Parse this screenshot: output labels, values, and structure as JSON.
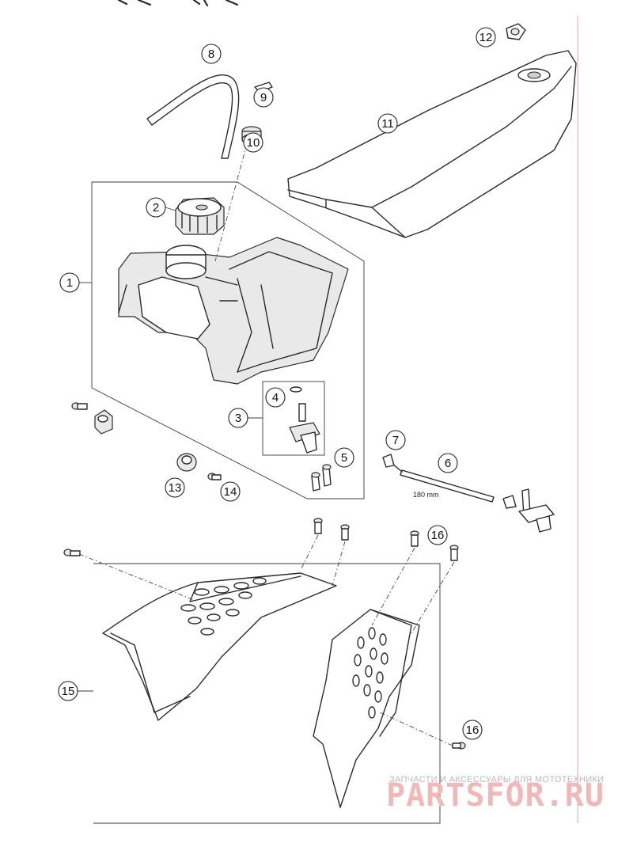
{
  "callouts": [
    {
      "num": "1"
    },
    {
      "num": "2"
    },
    {
      "num": "3"
    },
    {
      "num": "4"
    },
    {
      "num": "5"
    },
    {
      "num": "6"
    },
    {
      "num": "7"
    },
    {
      "num": "8"
    },
    {
      "num": "9"
    },
    {
      "num": "10"
    },
    {
      "num": "11"
    },
    {
      "num": "12"
    },
    {
      "num": "13"
    },
    {
      "num": "14"
    },
    {
      "num": "15"
    },
    {
      "num": "16"
    },
    {
      "num": "16"
    }
  ],
  "dimension": {
    "fuel_line_length": "180 mm"
  },
  "watermark": {
    "tagline": "ЗАПЧАСТИ И АКСЕССУАРЫ ДЛЯ МОТОТЕХНИКИ",
    "brand": "PARTSFOR.RU"
  },
  "colors": {
    "watermark_brand": "#f2b8b8",
    "margin_rule": "#e8a0a0"
  }
}
